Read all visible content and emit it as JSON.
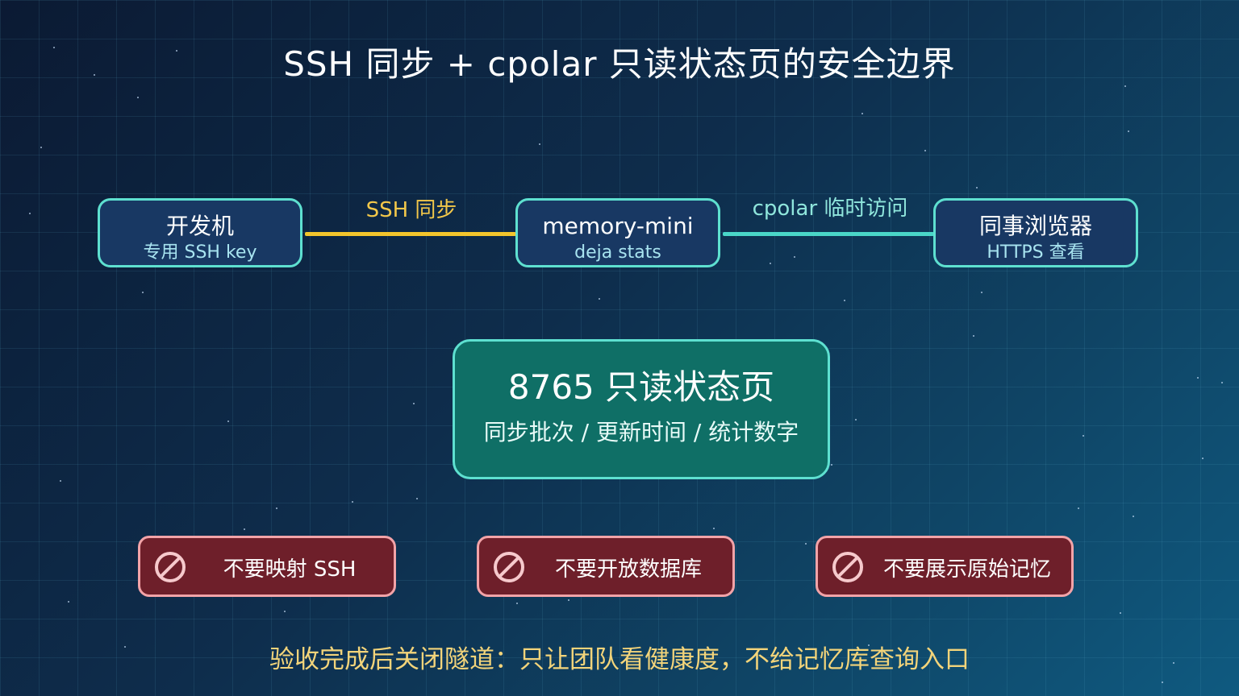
{
  "title": "SSH 同步 + cpolar 只读状态页的安全边界",
  "nodes": {
    "dev": {
      "title": "开发机",
      "subtitle": "专用 SSH key"
    },
    "server": {
      "title": "memory-mini",
      "subtitle": "deja stats"
    },
    "browser": {
      "title": "同事浏览器",
      "subtitle": "HTTPS 查看"
    }
  },
  "edges": {
    "ssh": {
      "label": "SSH 同步",
      "color": "#f3c52c"
    },
    "cpolar": {
      "label": "cpolar 临时访问",
      "color": "#4ad6c8"
    }
  },
  "status_page": {
    "title": "8765 只读状态页",
    "subtitle": "同步批次 / 更新时间 / 统计数字"
  },
  "warnings": [
    {
      "icon": "prohibited-icon",
      "label": "不要映射 SSH"
    },
    {
      "icon": "prohibited-icon",
      "label": "不要开放数据库"
    },
    {
      "icon": "prohibited-icon",
      "label": "不要展示原始记忆"
    }
  ],
  "footer": "验收完成后关闭隧道：只让团队看健康度，不给记忆库查询入口",
  "colors": {
    "accent_teal": "#5ee0d0",
    "ssh_yellow": "#f3c52c",
    "warning_red": "#6e1f2a",
    "warning_border": "#f2a3a8",
    "status_green": "#0f6f66"
  }
}
